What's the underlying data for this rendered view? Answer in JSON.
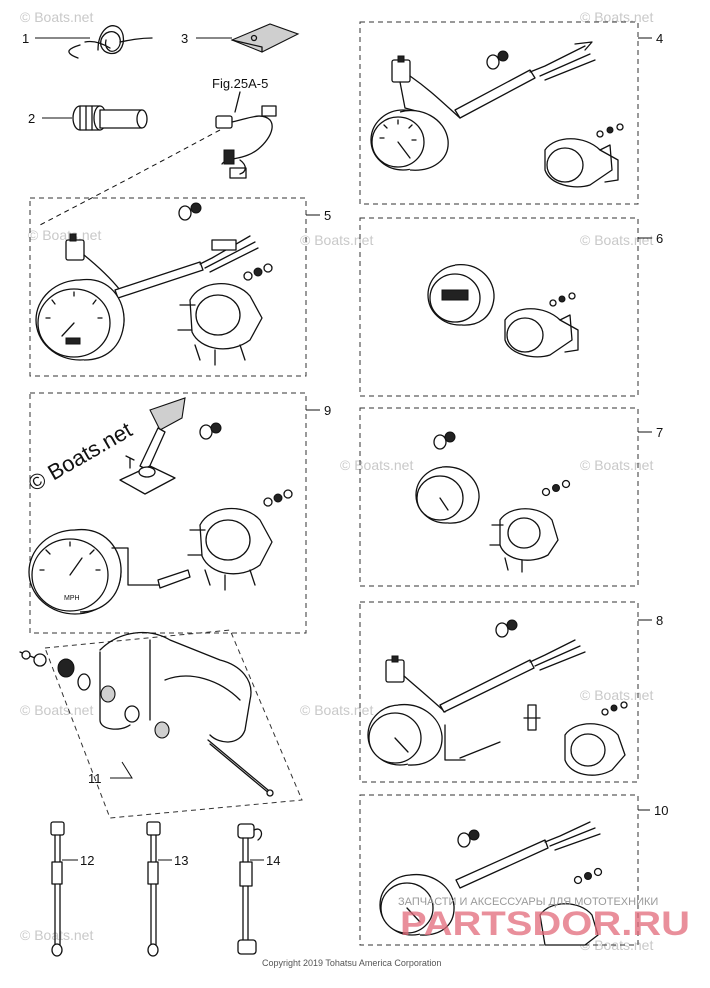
{
  "diagram": {
    "fig_reference": "Fig.25A-5",
    "callouts": [
      {
        "id": "c1",
        "label": "1"
      },
      {
        "id": "c2",
        "label": "2"
      },
      {
        "id": "c3",
        "label": "3"
      },
      {
        "id": "c4",
        "label": "4"
      },
      {
        "id": "c5",
        "label": "5"
      },
      {
        "id": "c6",
        "label": "6"
      },
      {
        "id": "c7",
        "label": "7"
      },
      {
        "id": "c8",
        "label": "8"
      },
      {
        "id": "c9",
        "label": "9"
      },
      {
        "id": "c10",
        "label": "10"
      },
      {
        "id": "c11",
        "label": "11"
      },
      {
        "id": "c12",
        "label": "12"
      },
      {
        "id": "c13",
        "label": "13"
      },
      {
        "id": "c14",
        "label": "14"
      }
    ],
    "gauge_text": "MPH"
  },
  "watermarks": {
    "small": "© Boats.net",
    "large": "© Boats.net",
    "tagline": "ЗАПЧАСТИ И АКСЕССУАРЫ ДЛЯ МОТОТЕХНИКИ",
    "brand": "PARTSDOR.RU",
    "copyright": "Copyright 2019 Tohatsu America Corporation"
  },
  "colors": {
    "ink": "#111111",
    "watermark": "#c9c9c9",
    "brand": "#e26a7a"
  }
}
